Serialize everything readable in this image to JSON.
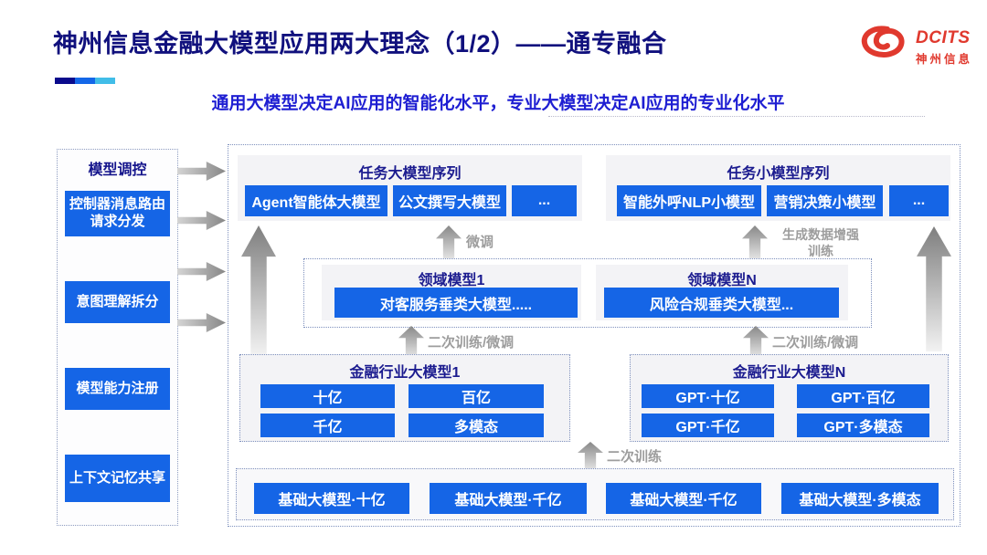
{
  "header": {
    "title": "神州信息金融大模型应用两大理念（1/2）——通专融合",
    "subtitle": "通用大模型决定AI应用的智能化水平，专业大模型决定AI应用的专业化水平",
    "logo_text": "DCITS",
    "logo_cn": "神州信息"
  },
  "colors": {
    "accent_blue": "#1565e6",
    "navy": "#15158c",
    "subtitle_blue": "#1e1ed2",
    "logo_red": "#e0392e",
    "label_gray": "#9d9d9d",
    "bar_segments": [
      "#0a0a8c",
      "#1467e8",
      "#41bde8"
    ]
  },
  "sidebar": {
    "title": "模型调控",
    "items": [
      "控制器消息路由请求分发",
      "意图理解拆分",
      "模型能力注册",
      "上下文记忆共享"
    ]
  },
  "task_large": {
    "title": "任务大模型序列",
    "items": [
      "Agent智能体大模型",
      "公文撰写大模型",
      "..."
    ]
  },
  "task_small": {
    "title": "任务小模型序列",
    "items": [
      "智能外呼NLP小模型",
      "营销决策小模型",
      "..."
    ]
  },
  "domain": {
    "left": {
      "title": "领域模型1",
      "item": "对客服务垂类大模型....."
    },
    "right": {
      "title": "领域模型N",
      "item": "风险合规垂类大模型..."
    }
  },
  "industry": {
    "left": {
      "title": "金融行业大模型1",
      "items": [
        "十亿",
        "百亿",
        "千亿",
        "多模态"
      ]
    },
    "right": {
      "title": "金融行业大模型N",
      "items": [
        "GPT·十亿",
        "GPT·百亿",
        "GPT·千亿",
        "GPT·多模态"
      ]
    }
  },
  "base_models": [
    "基础大模型·十亿",
    "基础大模型·千亿",
    "基础大模型·千亿",
    "基础大模型·多模态"
  ],
  "labels": {
    "finetune": "微调",
    "gen_aug_1": "生成数据增强",
    "gen_aug_2": "训练",
    "retrain_ft_left": "二次训练/微调",
    "retrain_ft_right": "二次训练/微调",
    "retrain": "二次训练"
  }
}
